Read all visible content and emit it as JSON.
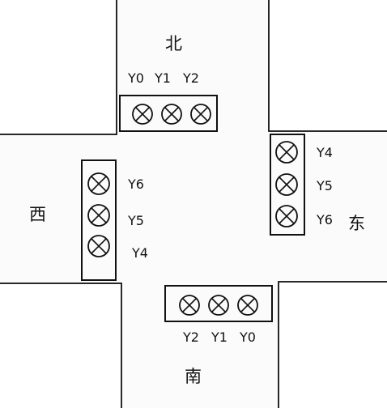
{
  "directions": {
    "north": "北",
    "south": "南",
    "east": "东",
    "west": "西"
  },
  "lights": {
    "north": {
      "outputs": [
        "Y0",
        "Y1",
        "Y2"
      ]
    },
    "south": {
      "outputs": [
        "Y2",
        "Y1",
        "Y0"
      ]
    },
    "east": {
      "outputs": [
        "Y4",
        "Y5",
        "Y6"
      ]
    },
    "west": {
      "outputs": [
        "Y6",
        "Y5",
        "Y4"
      ]
    }
  },
  "colors": {
    "line": "#111111",
    "block_fill": "#ffffff",
    "road": "#fbfbfb"
  }
}
